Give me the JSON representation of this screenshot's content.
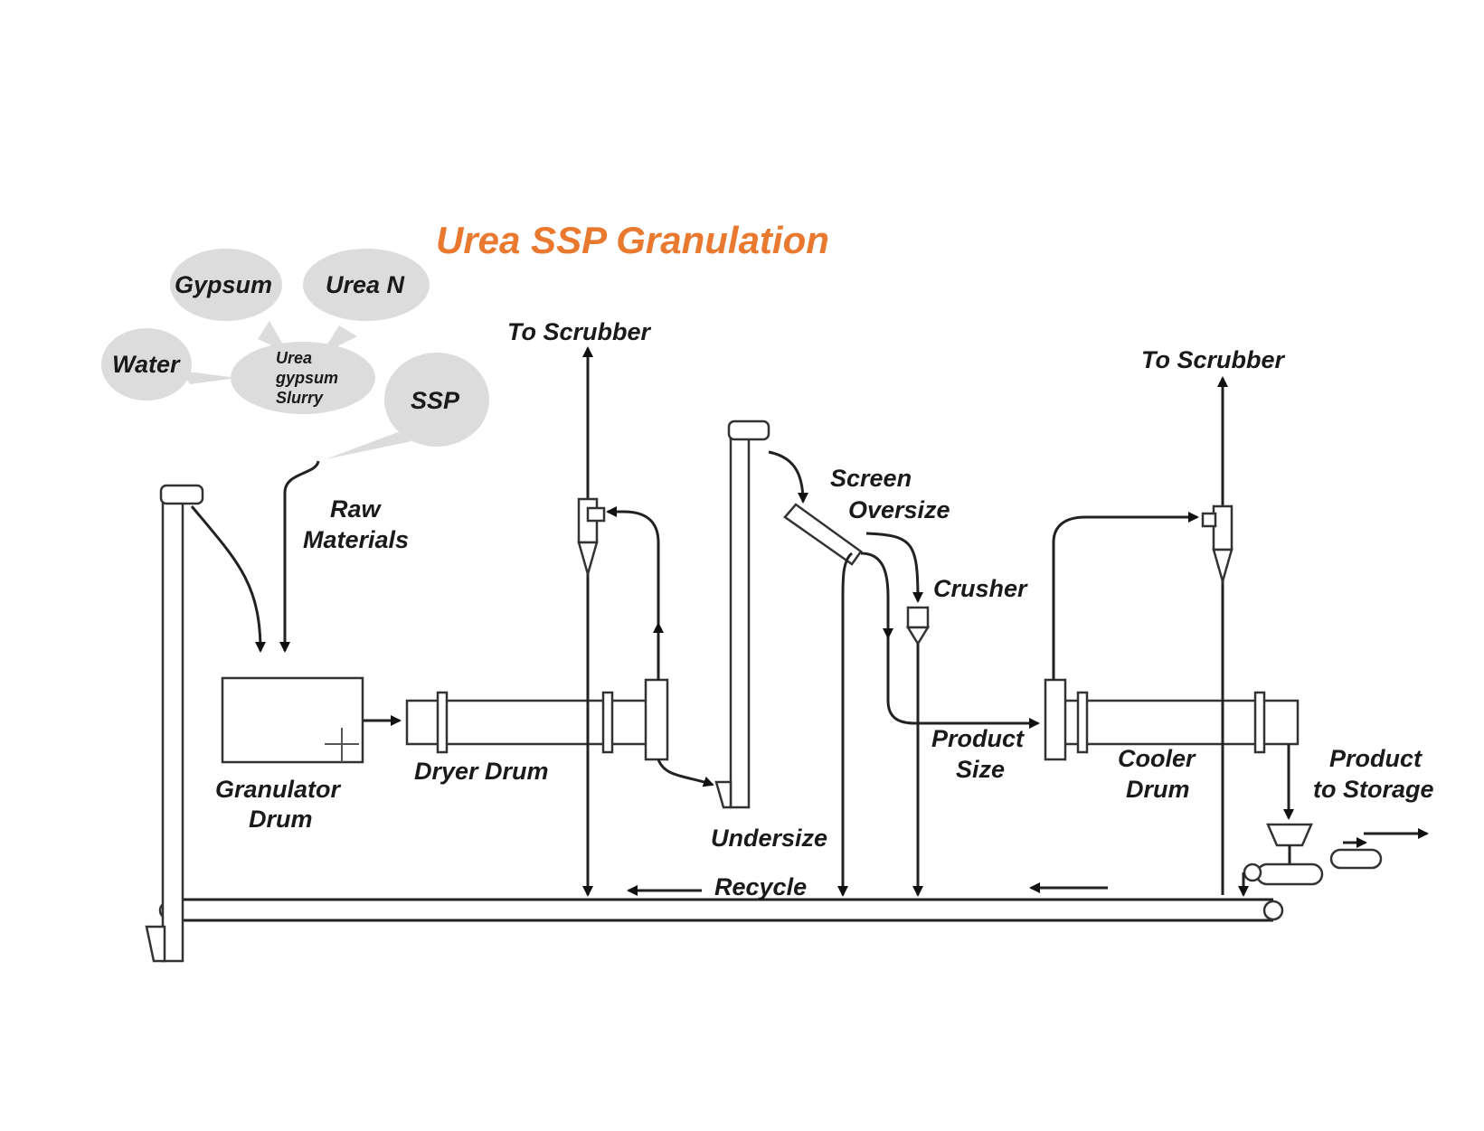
{
  "title": "Urea SSP Granulation",
  "colors": {
    "title": "#e8792f",
    "bubble": "#dcdcdc",
    "line": "#222222"
  },
  "inputs": {
    "gypsum": "Gypsum",
    "urea_n": "Urea N",
    "water": "Water",
    "slurry": [
      "Urea",
      "gypsum",
      "Slurry"
    ],
    "ssp": "SSP"
  },
  "labels": {
    "to_scrubber_1": "To Scrubber",
    "to_scrubber_2": "To Scrubber",
    "raw_materials": [
      "Raw",
      "Materials"
    ],
    "screen": "Screen",
    "oversize": "Oversize",
    "crusher": "Crusher",
    "granulator_drum": [
      "Granulator",
      "Drum"
    ],
    "dryer_drum": "Dryer Drum",
    "product_size": [
      "Product",
      "Size"
    ],
    "cooler_drum": [
      "Cooler",
      "Drum"
    ],
    "product_to_storage": [
      "Product",
      "to Storage"
    ],
    "undersize": "Undersize",
    "recycle": "Recycle"
  }
}
